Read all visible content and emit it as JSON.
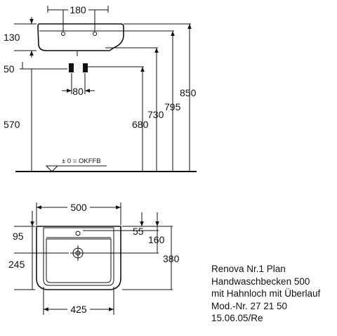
{
  "side_view": {
    "dims": {
      "faucet_spacing": "180",
      "rim_height": "130",
      "drain_offset": "50",
      "drain_spacing": "80",
      "drain_height": "570",
      "h680": "680",
      "h730": "730",
      "h795": "795",
      "h850": "850"
    },
    "floor_label": "± 0 = OKFFB"
  },
  "top_view": {
    "dims": {
      "width_outer": "500",
      "width_inner": "425",
      "d95": "95",
      "d245": "245",
      "d55": "55",
      "d160": "160",
      "d380": "380"
    }
  },
  "title_block": {
    "line1": "Renova Nr.1 Plan",
    "line2": "Handwaschbecken 500",
    "line3": "mit Hahnloch mit Überlauf",
    "line4": "Mod.-Nr. 27 21 50",
    "line5": "15.06.05/Re"
  }
}
